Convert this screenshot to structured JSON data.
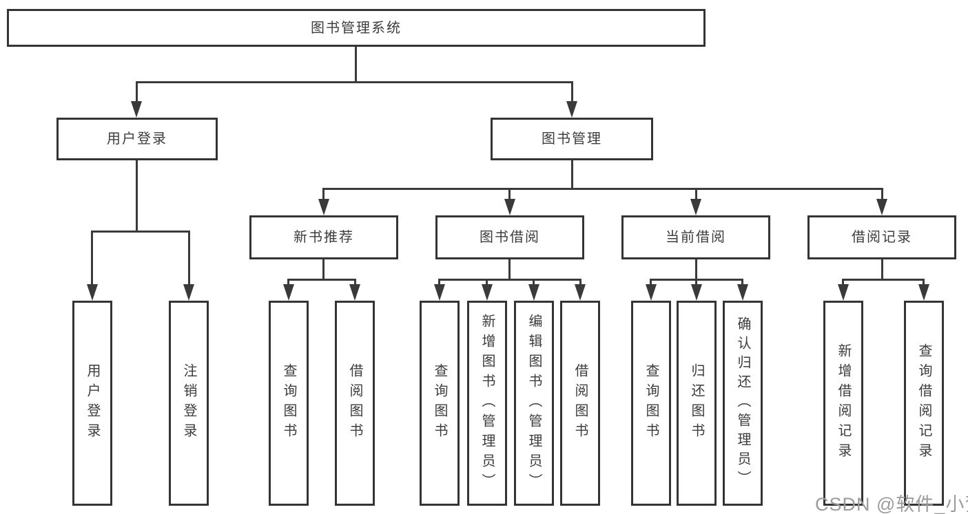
{
  "tree": {
    "root": {
      "label": "图书管理系统"
    },
    "children": [
      {
        "label": "用户登录",
        "children": [
          {
            "label": "用户登录"
          },
          {
            "label": "注销登录"
          }
        ]
      },
      {
        "label": "图书管理",
        "children": [
          {
            "label": "新书推荐",
            "children": [
              {
                "label": "查询图书"
              },
              {
                "label": "借阅图书"
              }
            ]
          },
          {
            "label": "图书借阅",
            "children": [
              {
                "label": "查询图书"
              },
              {
                "label": "新增图书（管理员）"
              },
              {
                "label": "编辑图书（管理员）"
              },
              {
                "label": "借阅图书"
              }
            ]
          },
          {
            "label": "当前借阅",
            "children": [
              {
                "label": "查询图书"
              },
              {
                "label": "归还图书"
              },
              {
                "label": "确认归还（管理员）"
              }
            ]
          },
          {
            "label": "借阅记录",
            "children": [
              {
                "label": "新增借阅记录"
              },
              {
                "label": "查询借阅记录"
              }
            ]
          }
        ]
      }
    ]
  },
  "watermark": {
    "text": "CSDN @软件_小贺同学"
  },
  "colors": {
    "line": "#3a3a3a",
    "border": "#343434",
    "text": "#3c3c3c",
    "watermark": "#9b9b9b",
    "background": "#ffffff"
  }
}
